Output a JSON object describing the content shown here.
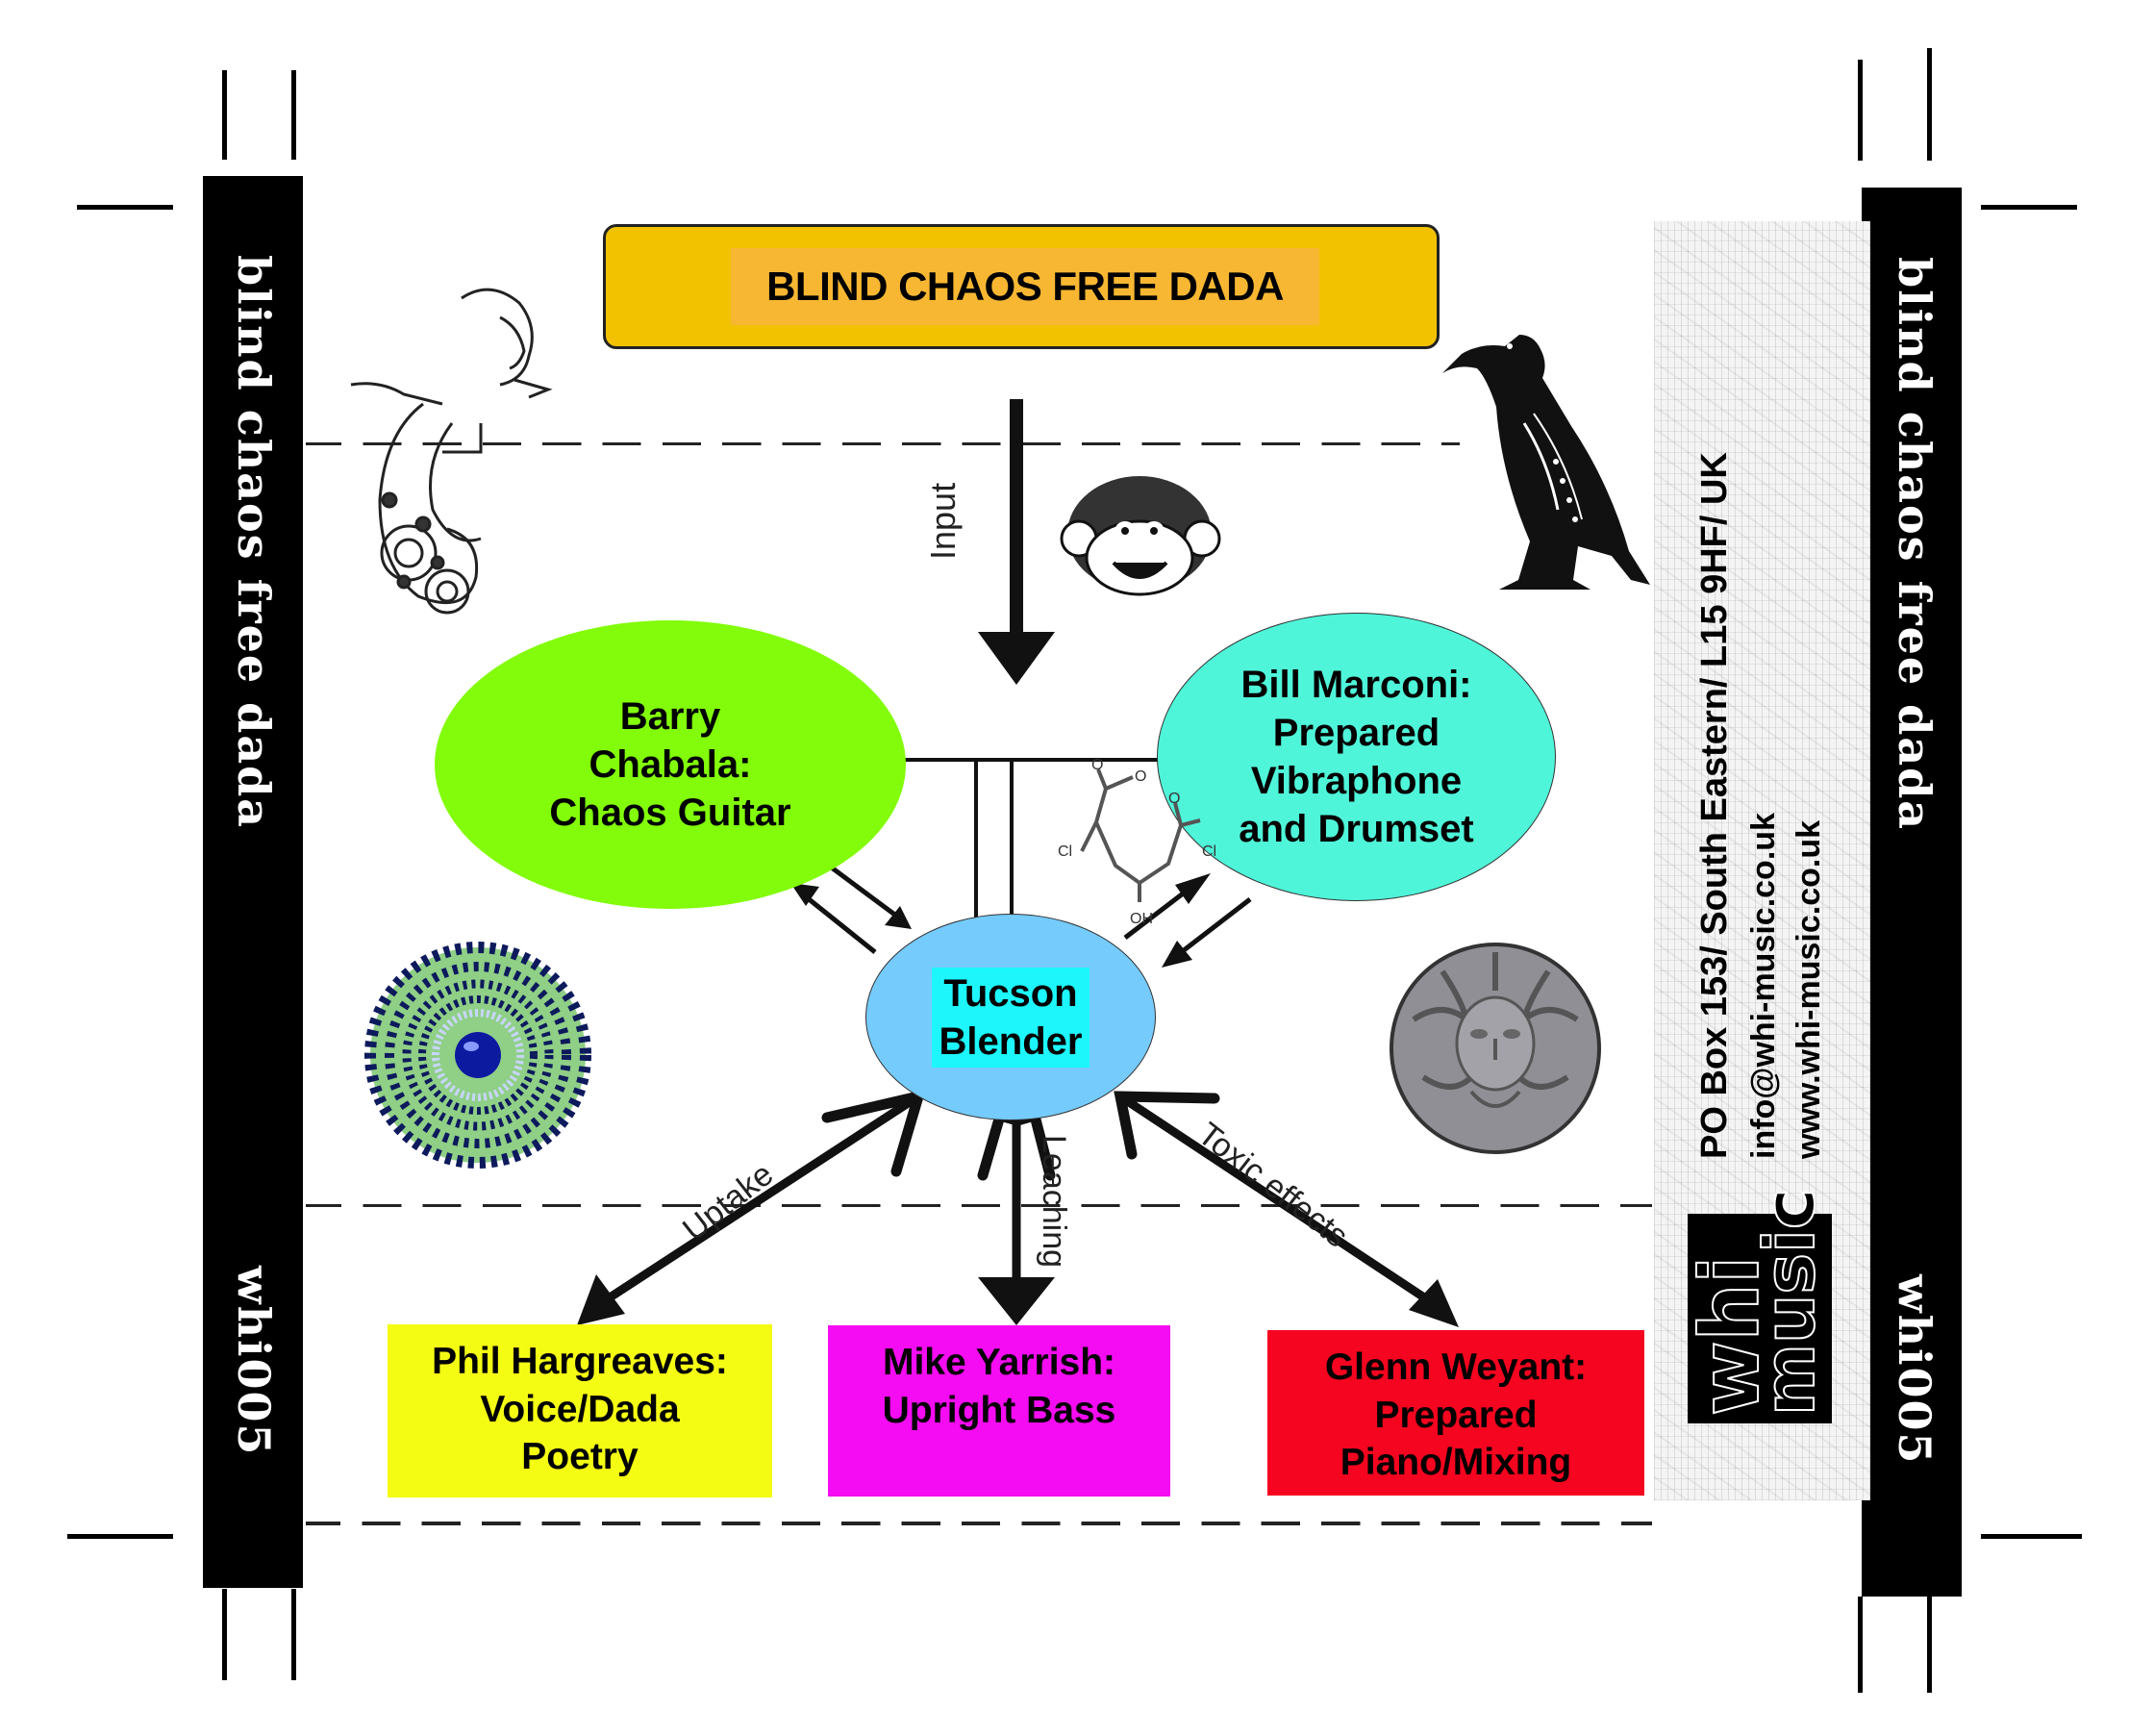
{
  "title": "BLIND CHAOS FREE DADA",
  "spine": {
    "left_title": "blind chaos free dada",
    "left_catalog": "whi005",
    "right_title": "blind chaos free dada",
    "right_catalog": "whi005"
  },
  "diagram": {
    "input_label": "Input",
    "nodes": {
      "barry": {
        "lines": [
          "Barry",
          "Chabala:",
          "Chaos Guitar"
        ],
        "color": "#82fc0a"
      },
      "bill": {
        "lines": [
          "Bill Marconi:",
          "Prepared",
          "Vibraphone",
          "and Drumset"
        ],
        "color": "#4ff5d9"
      },
      "center": {
        "lines": [
          "Tucson",
          "Blender"
        ],
        "color": "#75cbfc",
        "highlight": "#1df6fb"
      },
      "phil": {
        "lines": [
          "Phil Hargreaves:",
          "Voice/Dada",
          "Poetry"
        ],
        "color": "#f4fc14"
      },
      "mike": {
        "lines": [
          "Mike Yarrish:",
          "Upright Bass"
        ],
        "color": "#f50cf2"
      },
      "glenn": {
        "lines": [
          "Glenn Weyant:",
          "Prepared",
          "Piano/Mixing"
        ],
        "color": "#f5051f"
      }
    },
    "edge_labels": {
      "uptake": "Uptake",
      "leaching": "Leaching",
      "toxic": "Toxic effects"
    },
    "molecule_labels": {
      "cl_left": "Cl",
      "cl_right": "Cl",
      "oh": "OH",
      "o": "O"
    },
    "title_color": "#f2c200",
    "title_inner_color": "#f8b732"
  },
  "images": {
    "mayan_figure": "mayan-serpent-figure-illustration",
    "monkey": "monkey-face-illustration",
    "raven": "raven-silhouette-illustration",
    "spiral": "optical-illusion-spiral-eye",
    "green_man": "green-man-stone-medallion"
  },
  "label_panel": {
    "address": "PO Box 153/ South Eastern/ L15 9HF/ UK",
    "email": "info@whi-music.co.uk",
    "website": "www.whi-music.co.uk",
    "logo_top": "whi",
    "logo_bottom": "music"
  }
}
